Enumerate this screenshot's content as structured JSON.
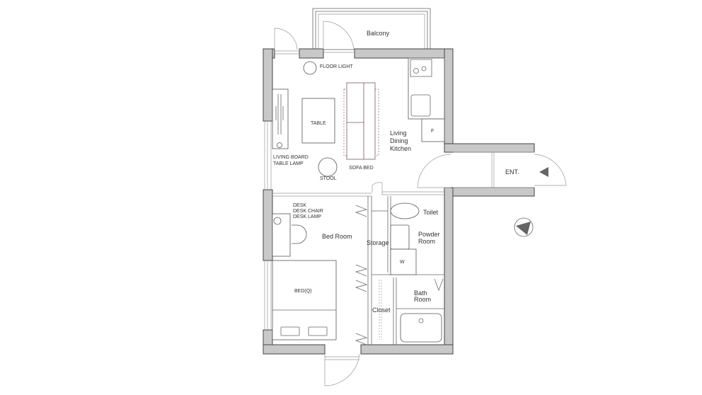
{
  "rooms": {
    "balcony": "Balcony",
    "ldk": [
      "Living",
      "Dining",
      "Kitchen"
    ],
    "entrance": "ENT.",
    "toilet": "Toilet",
    "powder_room": [
      "Powder",
      "Room"
    ],
    "bed_room": "Bed Room",
    "storage": "Storage",
    "closet": "Closet",
    "bath_room": [
      "Bath",
      "Room"
    ]
  },
  "furniture": {
    "floor_light": "FLOOR LIGHT",
    "table": "TABLE",
    "living_board": "LIVING BOARD",
    "table_lamp": "TABLE LAMP",
    "stool": "STOOL",
    "sofa_bed": "SOFA BED",
    "fridge": "F",
    "washer": "W",
    "desk": "DESK",
    "desk_chair": "DESK CHAIR",
    "desk_lamp": "DESK LAMP",
    "bed": "BED(Q)"
  },
  "colors": {
    "wall_fill": "#c8c8c8",
    "sofa_outline": "#7a5560"
  }
}
